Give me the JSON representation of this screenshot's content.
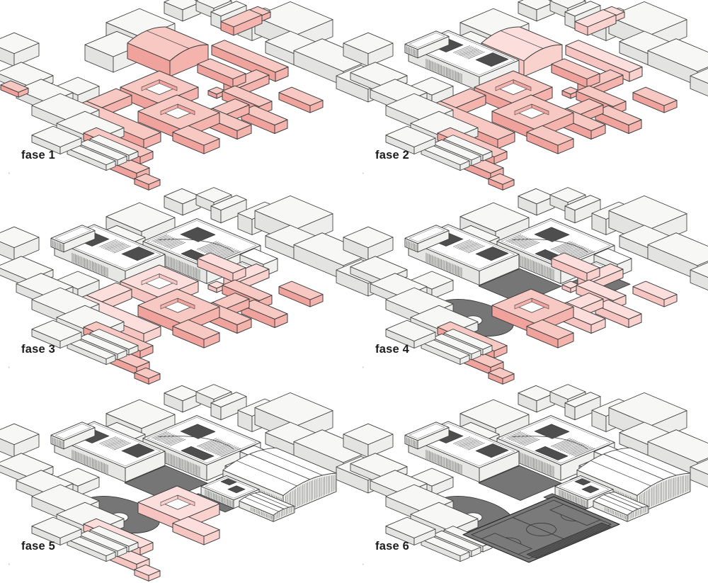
{
  "panels": [
    {
      "label": "fase 1",
      "pink": [
        "vault",
        "northbar",
        "court1",
        "court2",
        "smallbar",
        "westL",
        "diag1",
        "diag2",
        "diagcube",
        "leftstub",
        "rb1",
        "rbcross",
        "rb2",
        "rb3",
        "rbcube",
        "rbshort",
        "rbL"
      ],
      "light": [],
      "new": []
    },
    {
      "label": "fase 2",
      "pink": [
        "court1",
        "court2",
        "smallbar",
        "westL",
        "diag1",
        "diag2",
        "diagcube",
        "rb1",
        "rbcross",
        "rb2",
        "rb3",
        "rbcube",
        "rbshort",
        "rbL"
      ],
      "light": [
        "vault",
        "northbar"
      ],
      "new": [
        "west"
      ]
    },
    {
      "label": "fase 3",
      "pink": [
        "court2",
        "smallbar",
        "diag1",
        "diag2",
        "diagcube",
        "rb2",
        "rb3",
        "rbshort",
        "rbL"
      ],
      "light": [
        "court1",
        "westL",
        "rb1",
        "rbcross",
        "rbcube"
      ],
      "new": [
        "west",
        "east",
        "bridge",
        "eastannex"
      ]
    },
    {
      "label": "fase 4",
      "pink": [
        "court2",
        "smallbar",
        "diag1",
        "diag2",
        "diagcube"
      ],
      "light": [
        "rb1",
        "rbcross",
        "rb2",
        "rb3",
        "rbcube",
        "rbshort",
        "rbL"
      ],
      "new": [
        "west",
        "east",
        "bridge",
        "eastannex",
        "plaza",
        "westpatch",
        "eastpatch"
      ]
    },
    {
      "label": "fase 5",
      "pink": [],
      "light": [
        "court2",
        "smallbar",
        "diag1",
        "diag2",
        "diagcube"
      ],
      "new": [
        "west",
        "east",
        "bridge",
        "eastannex",
        "plaza",
        "westpatch",
        "eastpatch",
        "hall",
        "hallannex",
        "lowvault",
        "hallstrip"
      ]
    },
    {
      "label": "fase 6",
      "pink": [],
      "light": [],
      "new": [
        "west",
        "east",
        "bridge",
        "eastannex",
        "plaza",
        "westpatch",
        "eastpatch",
        "hall",
        "hallannex",
        "lowvault",
        "hallstrip",
        "field"
      ]
    }
  ],
  "mark": "'",
  "palette": {
    "background": "#ffffff",
    "line": "#3f3f3f",
    "context": {
      "top": "#f7f7f5",
      "left": "#e3e3e1",
      "right": "#eeeeec"
    },
    "pink": {
      "top": "#f8c8c3",
      "left": "#f0a39d",
      "right": "#f4b3ad"
    },
    "light_pink": {
      "top": "#fcdfdc",
      "left": "#f6c5c1",
      "right": "#f9d2ce"
    },
    "new": {
      "top": "#ffffff",
      "left": "#e6e6e4",
      "right": "#f1f1ef"
    },
    "ground": "#767676",
    "detail": "#4e4e4e",
    "field_line": "#383838",
    "label_color": "#1c1c1c"
  }
}
